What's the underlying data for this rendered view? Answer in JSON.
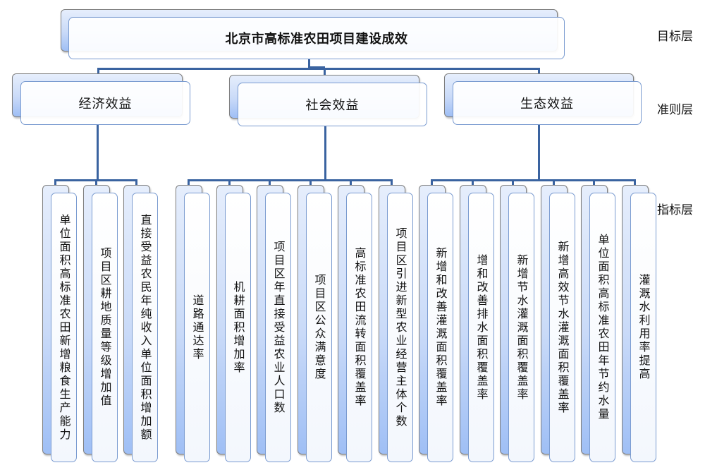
{
  "goal": {
    "label": "北京市高标准农田项目建设成效"
  },
  "layers": {
    "goal": "目标层",
    "criteria": "准则层",
    "indicator": "指标层"
  },
  "colors": {
    "connector": "#3a63a0",
    "box_border": "#7a9bd0",
    "shadow_gradient_bottom": "#9fbff5"
  },
  "criteria": [
    {
      "label": "经济效益",
      "indicators": [
        "单位面积高标准农田新增粮食生产能力",
        "项目区耕地质量等级增加值",
        "直接受益农民年纯收入单位面积增加额"
      ]
    },
    {
      "label": "社会效益",
      "indicators": [
        "道路通达率",
        "机耕面积增加率",
        "项目区年直接受益农业人口数",
        "项目区公众满意度",
        "高标准农田流转面积覆盖率",
        "项目区引进新型农业经营主体个数"
      ]
    },
    {
      "label": "生态效益",
      "indicators": [
        "新增和改善灌溉面积覆盖率",
        "增和改善排水面积覆盖率",
        "新增节水灌溉面积覆盖率",
        "新增高效节水灌溉面积覆盖率",
        "单位面积高标准农田年节约水量",
        "灌溉水利用率提高"
      ]
    }
  ]
}
